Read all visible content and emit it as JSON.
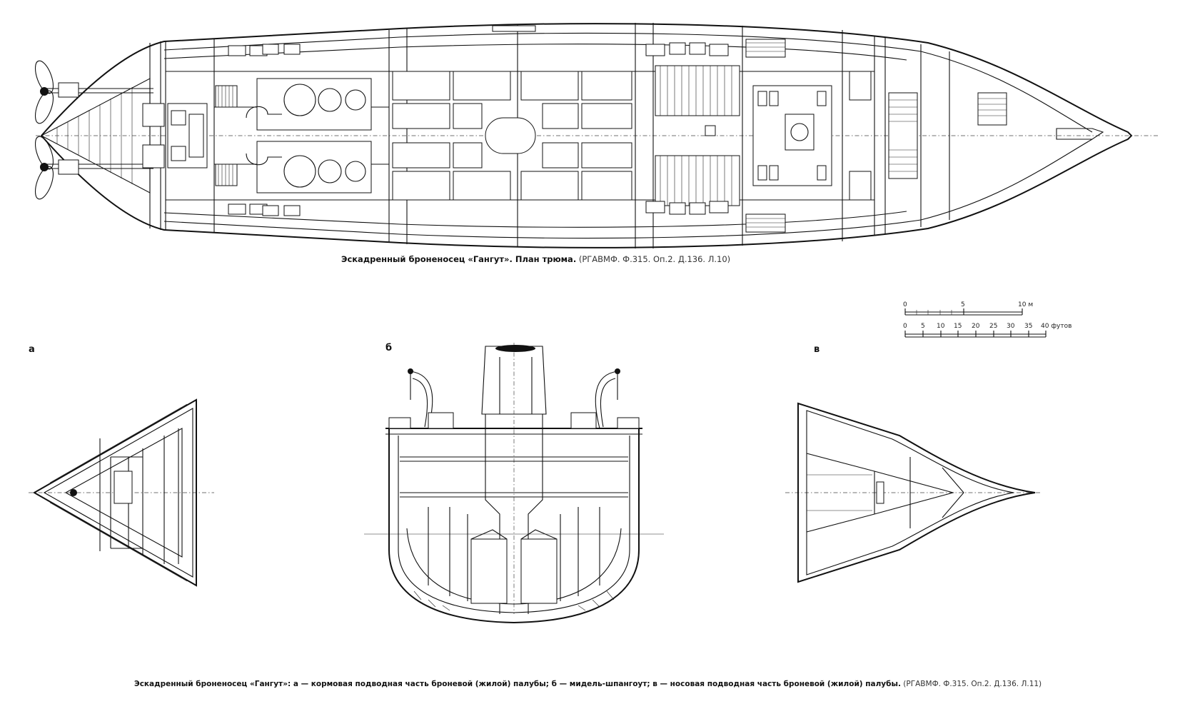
{
  "top_caption": {
    "main": "Эскадренный броненосец «Гангут». План трюма.",
    "source": "(РГАВМФ. Ф.315. Оп.2. Д.136. Л.10)"
  },
  "bottom_caption": {
    "main": "Эскадренный броненосец «Гангут»: а — кормовая подводная часть броневой (жилой) палубы; б — мидель-шпангоут; в — носовая подводная часть броневой (жилой) палубы.",
    "source": "(РГАВМФ. Ф.315. Оп.2. Д.136. Л.11)"
  },
  "panel_labels": {
    "a": "а",
    "b": "б",
    "v": "в"
  },
  "scale_meters": {
    "ticks": [
      "0",
      "5",
      "10 м"
    ]
  },
  "scale_feet": {
    "ticks": [
      "0",
      "5",
      "10",
      "15",
      "20",
      "25",
      "30",
      "35",
      "40 футов"
    ]
  },
  "icons": [
    "propeller-icon",
    "boiler-icon",
    "engine-icon",
    "coal-bunker-icon",
    "funnel-icon",
    "davit-icon"
  ]
}
